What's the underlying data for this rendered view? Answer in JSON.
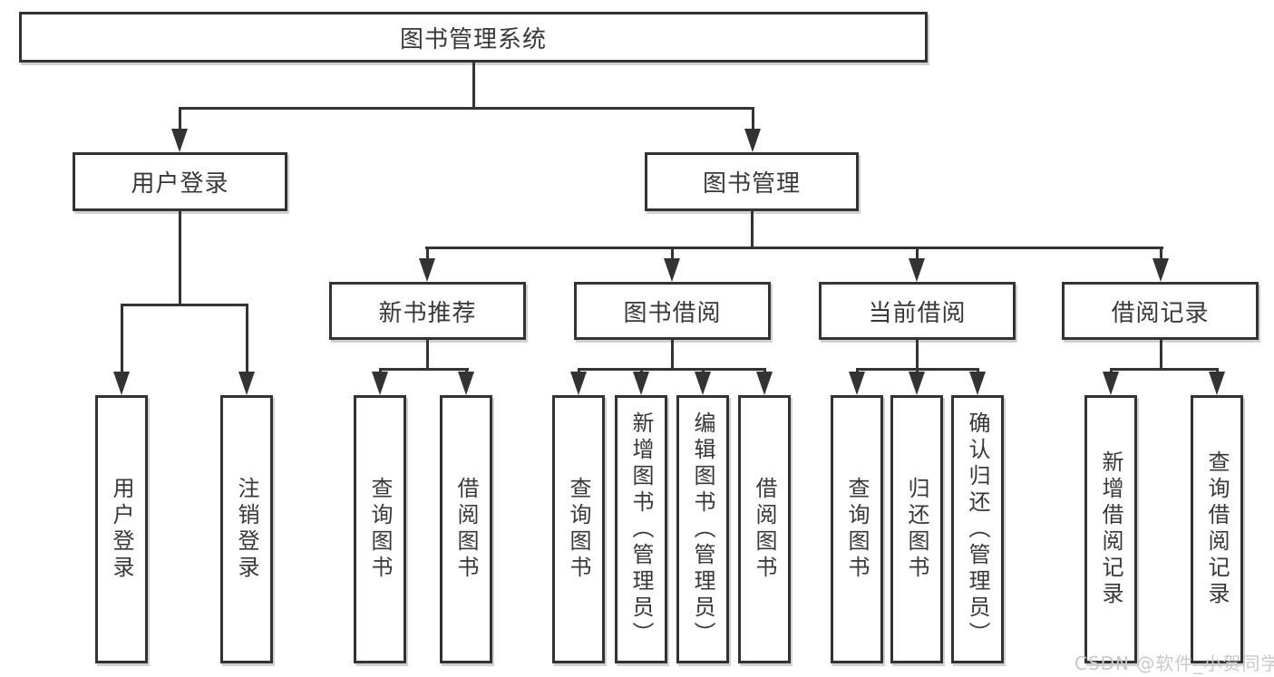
{
  "diagram": {
    "root": {
      "label": "图书管理系统"
    },
    "level2": [
      {
        "label": "用户登录"
      },
      {
        "label": "图书管理"
      }
    ],
    "level3": [
      {
        "label": "新书推荐",
        "parent": "图书管理"
      },
      {
        "label": "图书借阅",
        "parent": "图书管理"
      },
      {
        "label": "当前借阅",
        "parent": "图书管理"
      },
      {
        "label": "借阅记录",
        "parent": "图书管理"
      }
    ],
    "leaves": [
      {
        "label": "用户登录",
        "parent": "用户登录"
      },
      {
        "label": "注销登录",
        "parent": "用户登录"
      },
      {
        "label": "查询图书",
        "parent": "新书推荐"
      },
      {
        "label": "借阅图书",
        "parent": "新书推荐"
      },
      {
        "label": "查询图书",
        "parent": "图书借阅"
      },
      {
        "label": "新增图书（管理员）",
        "parent": "图书借阅"
      },
      {
        "label": "编辑图书（管理员）",
        "parent": "图书借阅"
      },
      {
        "label": "借阅图书",
        "parent": "图书借阅"
      },
      {
        "label": "查询图书",
        "parent": "当前借阅"
      },
      {
        "label": "归还图书",
        "parent": "当前借阅"
      },
      {
        "label": "确认归还（管理员）",
        "parent": "当前借阅"
      },
      {
        "label": "新增借阅记录",
        "parent": "借阅记录"
      },
      {
        "label": "查询借阅记录",
        "parent": "借阅记录"
      }
    ],
    "watermark": "CSDN @软件_小贺同学",
    "colors": {
      "line": "#333333",
      "box_border": "#333333",
      "box_fill": "#ffffff",
      "text": "#383838",
      "watermark": "#c9c9c9",
      "background": "#ffffff"
    }
  }
}
